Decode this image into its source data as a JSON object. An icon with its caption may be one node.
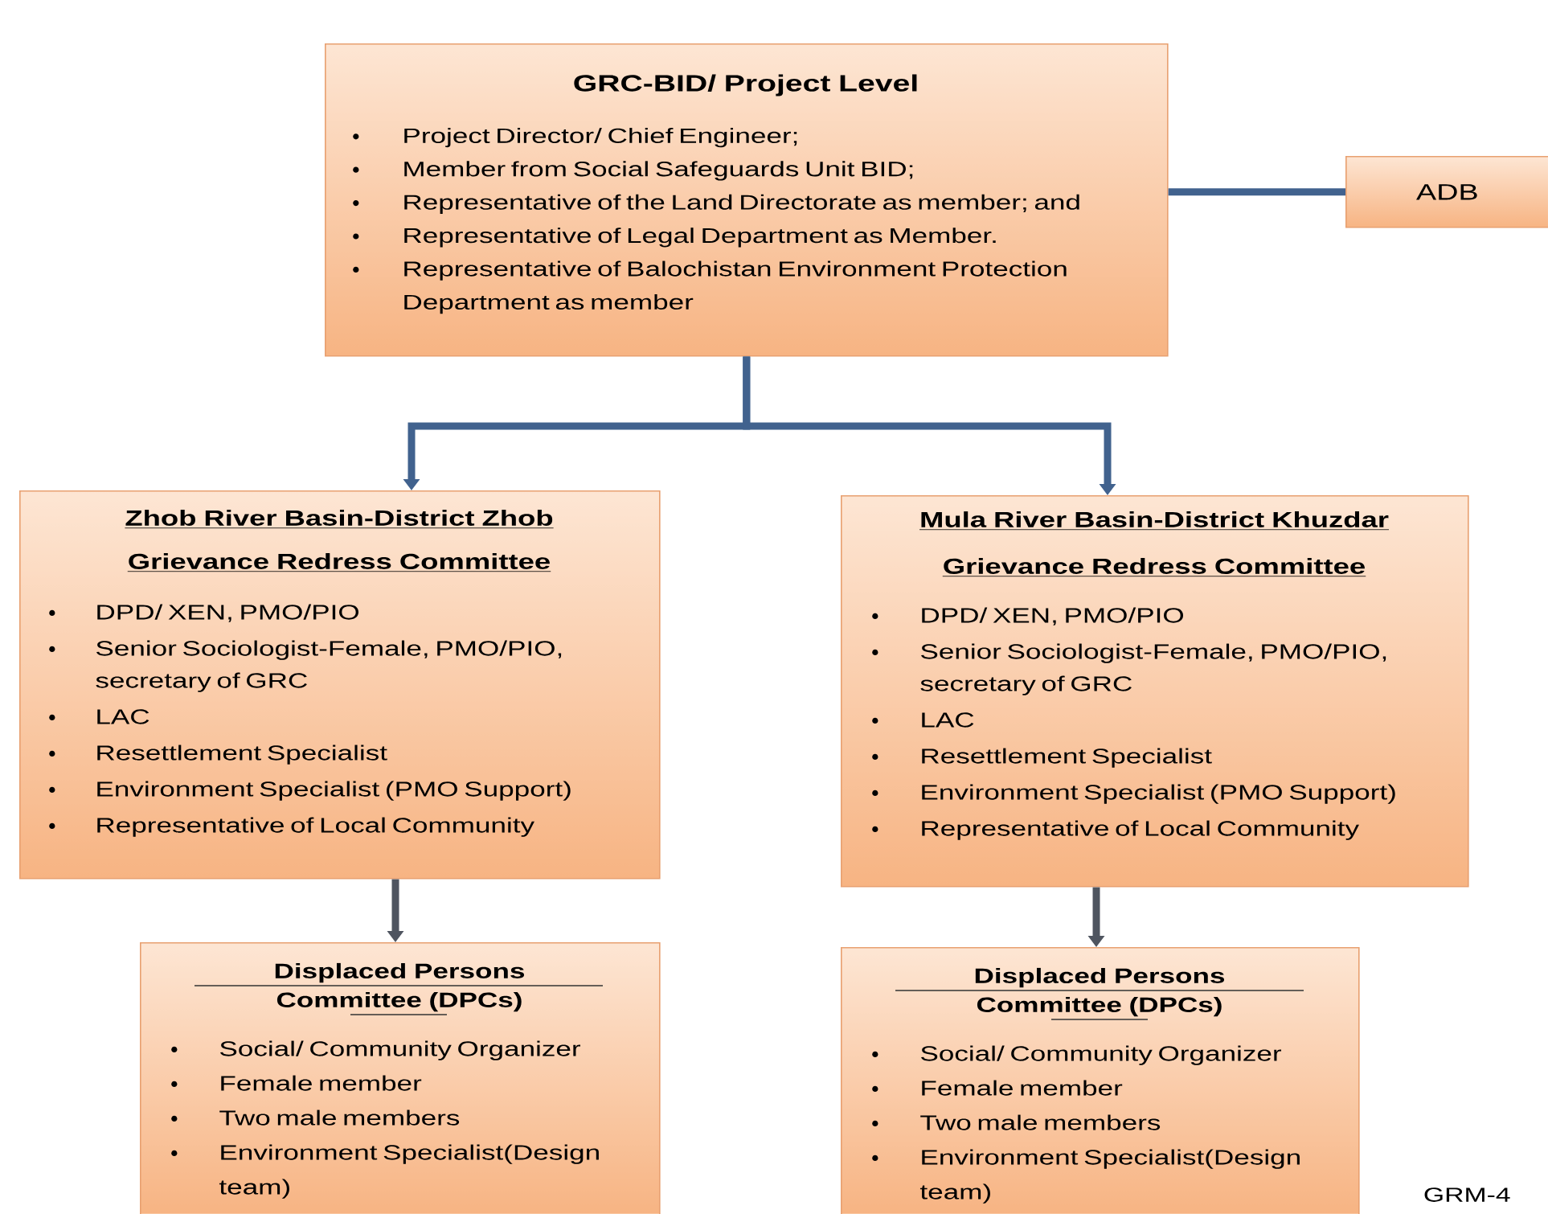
{
  "diagram": {
    "nodes": [
      {
        "text": [
          "GRC-BID/ Project Level",
          "Project Director/ Chief Engineer;",
          "Member from Social Safeguards Unit BID;",
          "Representative of the Land Directorate as member; and",
          "Representative of Legal Department as Member.",
          "Representative of Balochistan Environment Protection Department as member"
        ]
      },
      {
        "text": [
          "ADB"
        ]
      },
      {
        "text": [
          "Zhob River Basin-District Zhob",
          "Grievance Redress Committee",
          "DPD/ XEN, PMO/PIO",
          "Senior Sociologist-Female, PMO/PIO, secretary of GRC",
          "LAC",
          "Resettlement Specialist",
          "Environment Specialist (PMO Support)",
          "Representative of  Local Community"
        ]
      },
      {
        "text": [
          "Mula River Basin-District Khuzdar",
          "Grievance Redress Committee",
          "DPD/ XEN, PMO/PIO",
          "Senior Sociologist-Female, PMO/PIO, secretary of GRC",
          "LAC",
          "Resettlement Specialist",
          "Environment Specialist (PMO Support)",
          "Representative of  Local Community"
        ]
      },
      {
        "text": [
          "Displaced Persons Committee (DPCs)",
          "Social/ Community Organizer",
          "Female member",
          "Two male members",
          "Environment Specialist(Design team)"
        ]
      },
      {
        "text": [
          "Displaced Persons Committee (DPCs)",
          "Social/ Community Organizer",
          "Female member",
          "Two male members",
          "Environment Specialist(Design team)"
        ]
      }
    ],
    "edges": [
      {
        "from": 0,
        "to": 1,
        "arrow": "none"
      },
      {
        "from": 0,
        "to": 2,
        "arrow": "to"
      },
      {
        "from": 0,
        "to": 3,
        "arrow": "to"
      },
      {
        "from": 2,
        "to": 4,
        "arrow": "to",
        "color": "#4f5560"
      },
      {
        "from": 3,
        "to": 5,
        "arrow": "to",
        "color": "#4f5560"
      }
    ],
    "labels": [
      "GRM-4"
    ]
  }
}
